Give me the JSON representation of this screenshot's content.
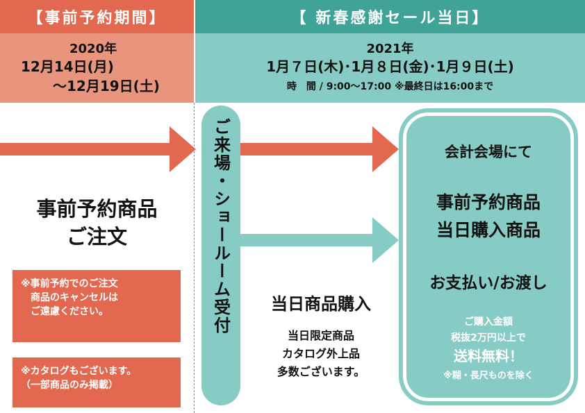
{
  "header": {
    "left_title": "【事前予約期間】",
    "right_title": "【 新春感謝セール当日】"
  },
  "dates": {
    "left_year": "2020年",
    "left_line1": "12月14日(月)",
    "left_line2": "～12月19日(土)",
    "right_year": "2021年",
    "right_line1": "1月７日(木)･1月８日(金)･1月９日(土)",
    "right_line2": "時　間 / 9:00～17:00 ※最終日は16:00まで"
  },
  "left": {
    "title_line1": "事前予約商品",
    "title_line2": "ご注文",
    "note1_line1": "※事前予約でのご注文",
    "note1_line2": "　商品のキャンセルは",
    "note1_line3": "　ご遠慮ください。",
    "note2_line1": "※カタログもございます。",
    "note2_line2": "（一部商品のみ掲載）"
  },
  "middle": {
    "vertical_text": "ご来場・ショールーム受付",
    "title": "当日商品購入",
    "line1": "当日限定商品",
    "line2": "カタログ外上品",
    "line3": "多数ございます。"
  },
  "right": {
    "heading": "会計会場にて",
    "item1": "事前予約商品",
    "item2": "当日購入商品",
    "item3": "お支払い/お渡し",
    "note_line1": "ご購入金額",
    "note_line2": "税抜2万円以上で",
    "note_line3": "送料無料！",
    "note_line4": "※糊・長尺ものを除く"
  },
  "colors": {
    "coral": "#e2684f",
    "coral_light": "#e9947c",
    "teal_dark": "#3fa397",
    "teal_light": "#86ccc5"
  }
}
